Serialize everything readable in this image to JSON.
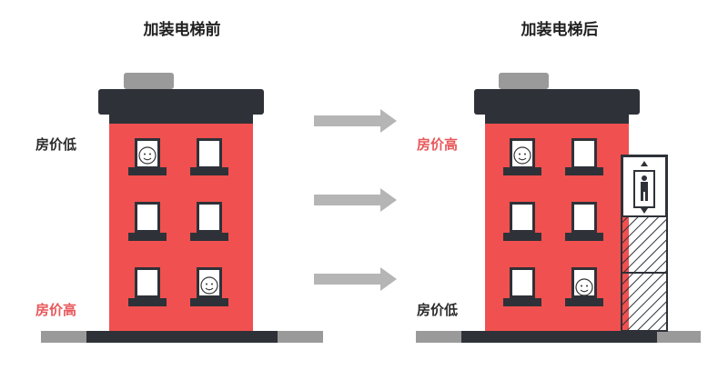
{
  "before": {
    "title": "加装电梯前",
    "top_floor_label": "房价低",
    "bottom_floor_label": "房价高"
  },
  "after": {
    "title": "加装电梯后",
    "top_floor_label": "房价高",
    "bottom_floor_label": "房价低"
  },
  "colors": {
    "building": "#f0504f",
    "roof": "#2e3238",
    "ground": "#9a9a9a",
    "arrow": "#b5b5b5",
    "price_high_text": "#e8575a",
    "price_low_text": "#2c2c2c"
  },
  "icons": [
    "resident-face-icon",
    "elevator-person-icon",
    "arrow-right-icon"
  ]
}
